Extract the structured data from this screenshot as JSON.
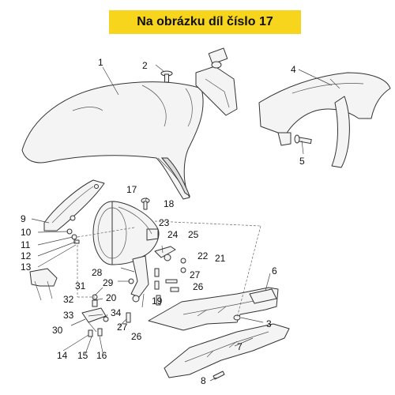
{
  "banner": {
    "text": "Na obrázku díl číslo 17"
  },
  "colors": {
    "banner_bg": "#f7d51d",
    "line": "#333333"
  },
  "callouts": [
    {
      "label": "1"
    },
    {
      "label": "2"
    },
    {
      "label": "3"
    },
    {
      "label": "4"
    },
    {
      "label": "5"
    },
    {
      "label": "6"
    },
    {
      "label": "7"
    },
    {
      "label": "8"
    },
    {
      "label": "9"
    },
    {
      "label": "10"
    },
    {
      "label": "11"
    },
    {
      "label": "12"
    },
    {
      "label": "13"
    },
    {
      "label": "14"
    },
    {
      "label": "15"
    },
    {
      "label": "16"
    },
    {
      "label": "17"
    },
    {
      "label": "18"
    },
    {
      "label": "19"
    },
    {
      "label": "20"
    },
    {
      "label": "21"
    },
    {
      "label": "22"
    },
    {
      "label": "23"
    },
    {
      "label": "24"
    },
    {
      "label": "25"
    },
    {
      "label": "26"
    },
    {
      "label": "26"
    },
    {
      "label": "27"
    },
    {
      "label": "27"
    },
    {
      "label": "28"
    },
    {
      "label": "29"
    },
    {
      "label": "30"
    },
    {
      "label": "31"
    },
    {
      "label": "32"
    },
    {
      "label": "33"
    },
    {
      "label": "34"
    }
  ]
}
